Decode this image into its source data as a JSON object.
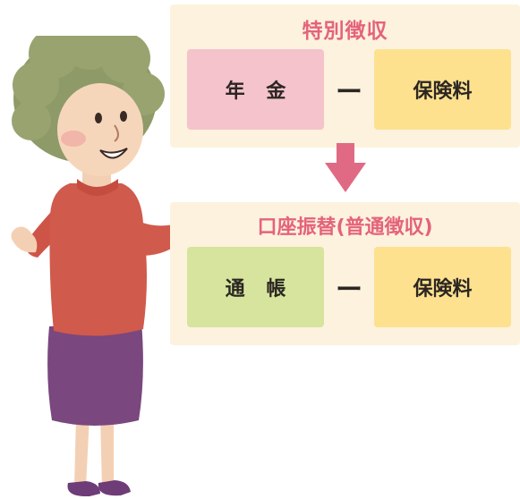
{
  "special_collection": {
    "title": "特別徴収",
    "left_box": "年 金",
    "operator": "ー",
    "right_box": "保険料"
  },
  "bank_transfer": {
    "title": "口座振替(普通徴収)",
    "left_box": "通 帳",
    "operator": "ー",
    "right_box": "保険料"
  },
  "colors": {
    "accent_pink": "#e4637b",
    "panel_bg": "#fdf2de",
    "pension_box": "#f5c3cb",
    "passbook_box": "#d6e49d",
    "premium_box": "#fde18f"
  }
}
